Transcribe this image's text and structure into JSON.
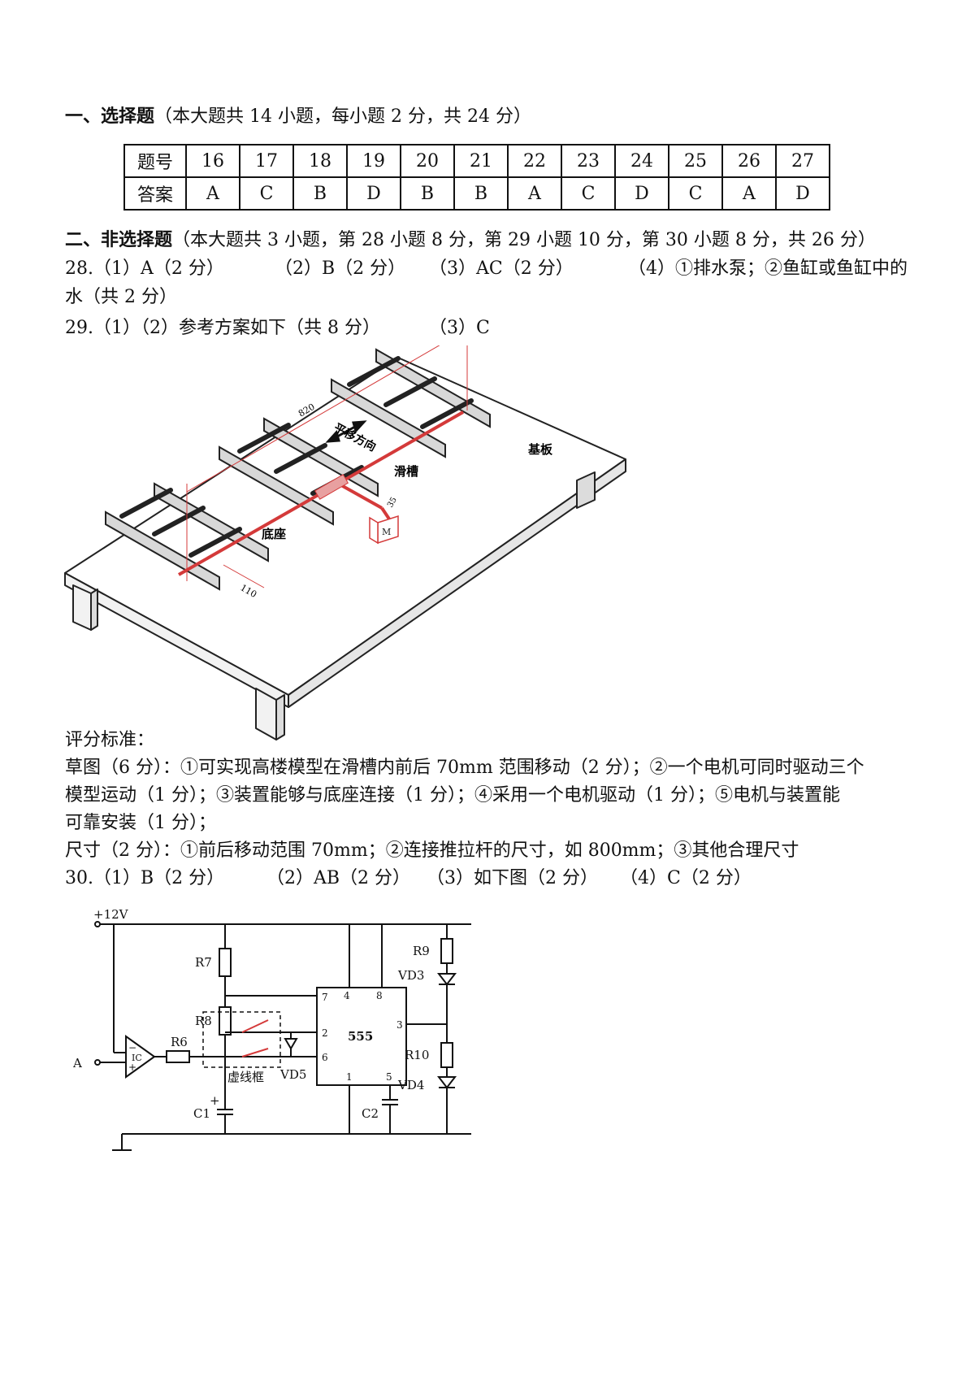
{
  "sec1": {
    "heading": "一、选择题",
    "note": "（本大题共 14 小题，每小题 2 分，共 24 分）",
    "row1_label": "题号",
    "row2_label": "答案",
    "numbers": [
      "16",
      "17",
      "18",
      "19",
      "20",
      "21",
      "22",
      "23",
      "24",
      "25",
      "26",
      "27"
    ],
    "answers": [
      "A",
      "C",
      "B",
      "D",
      "B",
      "B",
      "A",
      "C",
      "D",
      "C",
      "A",
      "D"
    ]
  },
  "sec2": {
    "heading": "二、非选择题",
    "note": "（本大题共 3 小题，第 28 小题 8 分，第 29 小题 10 分，第 30 小题 8 分，共 26 分）"
  },
  "q28": {
    "a1": "28.（1）A（2 分）",
    "a2": "（2）B（2 分）",
    "a3": "（3）AC（2 分）",
    "a4": "（4）①排水泵；②鱼缸或鱼缸中的",
    "a4_cont": "水（共 2 分）"
  },
  "q29": {
    "a12": "29.（1）（2）参考方案如下（共 8 分）",
    "a3": "（3）C"
  },
  "figure1": {
    "label_dim_820": "820",
    "label_direction": "平移方向",
    "label_base_plate": "基板",
    "label_slot": "滑槽",
    "label_base": "底座",
    "label_dim_110": "110",
    "label_dim_35": "35",
    "label_motor": "M"
  },
  "grading": {
    "title": "评分标准：",
    "line1": "草图（6 分）：①可实现高楼模型在滑槽内前后 70mm 范围移动（2 分）；②一个电机可同时驱动三个",
    "line2": "模型运动（1 分）；③装置能够与底座连接（1 分）；④采用一个电机驱动（1 分）；⑤电机与装置能",
    "line3": "可靠安装（1 分）；",
    "line4": "尺寸（2 分）：①前后移动范围 70mm；②连接推拉杆的尺寸，如 800mm；③其他合理尺寸"
  },
  "q30": {
    "a1": "30.（1）B（2 分）",
    "a2": "（2）AB（2 分）",
    "a3": "（3）如下图（2 分）",
    "a4": "（4）C（2 分）"
  },
  "circuit": {
    "vcc": "+12V",
    "r7": "R7",
    "r8": "R8",
    "r6": "R6",
    "r9": "R9",
    "r10": "R10",
    "vd3": "VD3",
    "vd4": "VD4",
    "vd5": "VD5",
    "c1": "C1",
    "c2": "C2",
    "chip": "555",
    "ic": "IC",
    "input_a": "A",
    "dashed_box": "虚线框",
    "pin7": "7",
    "pin4": "4",
    "pin8": "8",
    "pin2": "2",
    "pin6": "6",
    "pin3": "3",
    "pin1": "1",
    "pin5": "5",
    "plus": "+",
    "minus": "−",
    "c1_plus": "+"
  }
}
